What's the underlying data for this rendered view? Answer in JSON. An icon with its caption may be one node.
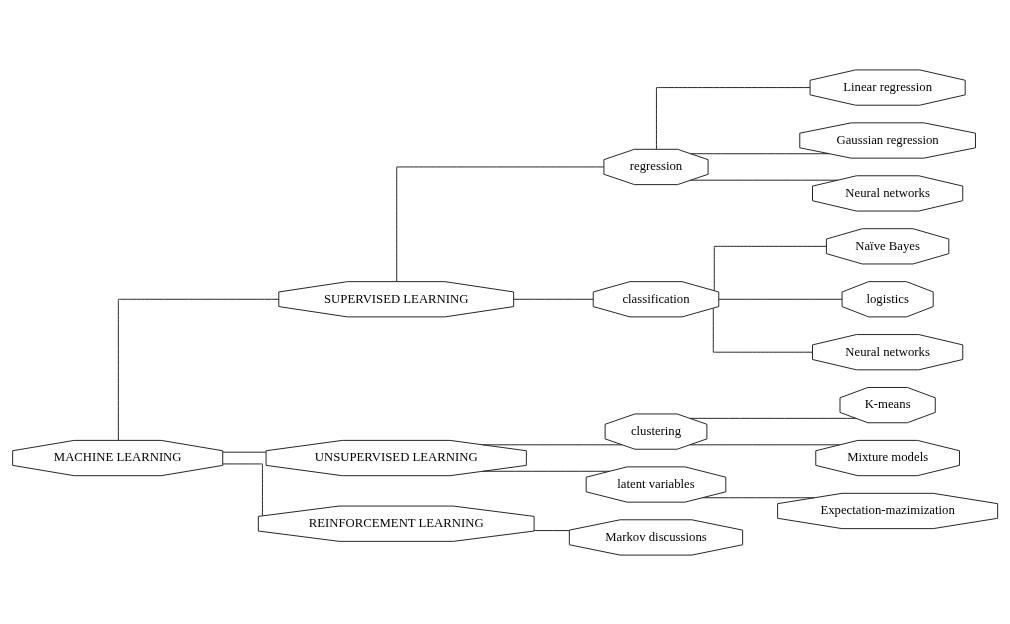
{
  "diagram": {
    "nodes": [
      {
        "text": [
          "MACHINE LEARNING"
        ]
      },
      {
        "text": [
          "SUPERVISED LEARNING"
        ]
      },
      {
        "text": [
          "regression"
        ]
      },
      {
        "text": [
          "Linear regression"
        ]
      },
      {
        "text": [
          "Gaussian regression"
        ]
      },
      {
        "text": [
          "Neural networks"
        ]
      },
      {
        "text": [
          "classification"
        ]
      },
      {
        "text": [
          "Naïve Bayes"
        ]
      },
      {
        "text": [
          "logistics"
        ]
      },
      {
        "text": [
          "Neural networks"
        ]
      },
      {
        "text": [
          "UNSUPERVISED LEARNING"
        ]
      },
      {
        "text": [
          "clustering"
        ]
      },
      {
        "text": [
          "K-means"
        ]
      },
      {
        "text": [
          "Mixture models"
        ]
      },
      {
        "text": [
          "latent variables"
        ]
      },
      {
        "text": [
          "Expectation-mazimization"
        ]
      },
      {
        "text": [
          "REINFORCEMENT LEARNING"
        ]
      },
      {
        "text": [
          "Markov discussions"
        ]
      }
    ],
    "edges": [
      {
        "from": 0,
        "to": 1,
        "arrow": "none"
      },
      {
        "from": 1,
        "to": 2,
        "arrow": "none"
      },
      {
        "from": 2,
        "to": 3,
        "arrow": "none"
      },
      {
        "from": 2,
        "to": 4,
        "arrow": "none"
      },
      {
        "from": 2,
        "to": 5,
        "arrow": "none"
      },
      {
        "from": 1,
        "to": 6,
        "arrow": "none"
      },
      {
        "from": 6,
        "to": 7,
        "arrow": "none"
      },
      {
        "from": 6,
        "to": 8,
        "arrow": "none"
      },
      {
        "from": 6,
        "to": 9,
        "arrow": "none"
      },
      {
        "from": 0,
        "to": 10,
        "arrow": "none"
      },
      {
        "from": 10,
        "to": 11,
        "arrow": "none"
      },
      {
        "from": 11,
        "to": 12,
        "arrow": "none"
      },
      {
        "from": 11,
        "to": 13,
        "arrow": "none"
      },
      {
        "from": 10,
        "to": 14,
        "arrow": "none"
      },
      {
        "from": 14,
        "to": 15,
        "arrow": "none"
      },
      {
        "from": 0,
        "to": 16,
        "arrow": "none"
      },
      {
        "from": 16,
        "to": 17,
        "arrow": "none"
      }
    ]
  }
}
